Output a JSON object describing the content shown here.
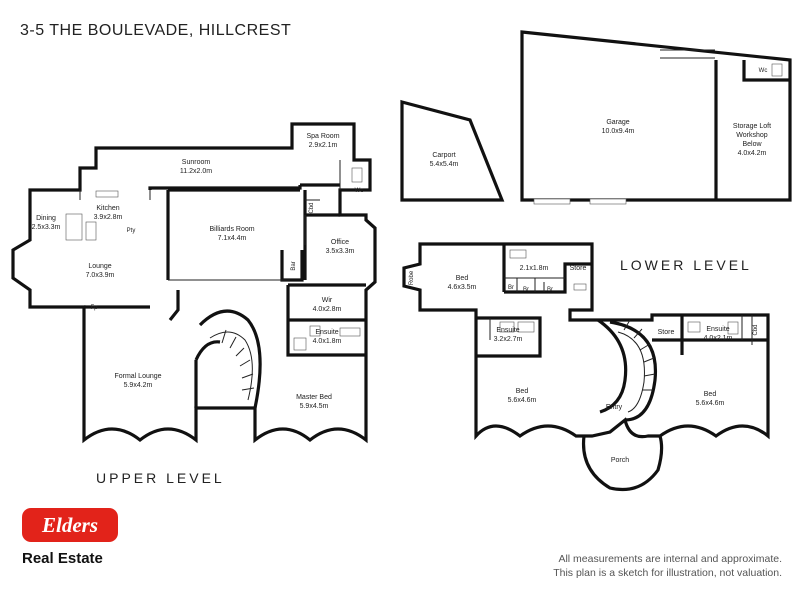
{
  "title": "3-5 THE BOULEVADE, HILLCREST",
  "levels": {
    "upper": "UPPER LEVEL",
    "lower": "LOWER LEVEL"
  },
  "upper_rooms": {
    "spa": "Spa Room",
    "spa_size": "2.9x2.1m",
    "sunroom": "Sunroom",
    "sunroom_size": "11.2x2.0m",
    "wc": "Wc",
    "kitchen": "Kitchen",
    "kitchen_size": "3.9x2.8m",
    "dining": "Dining",
    "dining_size": "2.5x3.3m",
    "pty": "Pty",
    "billiards": "Billiards Room",
    "billiards_size": "7.1x4.4m",
    "cbd": "Cbd",
    "office": "Office",
    "office_size": "3.5x3.3m",
    "bar": "Bar",
    "lounge": "Lounge",
    "lounge_size": "7.0x3.9m",
    "fp": "Fp",
    "wir": "Wir",
    "wir_size": "4.0x2.8m",
    "ensuite": "Ensuite",
    "ensuite_size": "4.0x1.8m",
    "formal": "Formal Lounge",
    "formal_size": "5.9x4.2m",
    "master": "Master Bed",
    "master_size": "5.9x4.5m"
  },
  "outbuildings": {
    "carport": "Carport",
    "carport_size": "5.4x5.4m",
    "garage": "Garage",
    "garage_size": "10.0x9.4m",
    "loft1": "Storage Loft",
    "loft2": "Workshop",
    "loft3": "Below",
    "loft_size": "4.0x4.2m",
    "wc": "Wc"
  },
  "lower_rooms": {
    "robe": "Robe",
    "bed1": "Bed",
    "bed1_size": "4.6x3.5m",
    "r21": "2.1x1.8m",
    "store1": "Store",
    "br": "Br",
    "ensuite1": "Ensuite",
    "ensuite1_size": "3.2x2.7m",
    "store2": "Store",
    "ensuite2": "Ensuite",
    "ensuite2_size": "4.0x2.1m",
    "cbd": "Cbd",
    "bed2": "Bed",
    "bed2_size": "5.6x4.6m",
    "bed3": "Bed",
    "bed3_size": "5.6x4.6m",
    "entry": "Entry",
    "porch": "Porch"
  },
  "brand": {
    "logo": "Elders",
    "name": "Real Estate",
    "logo_color": "#e2231a"
  },
  "disclaimer": {
    "line1": "All measurements are internal and approximate.",
    "line2": "This plan is a sketch for illustration, not valuation."
  }
}
